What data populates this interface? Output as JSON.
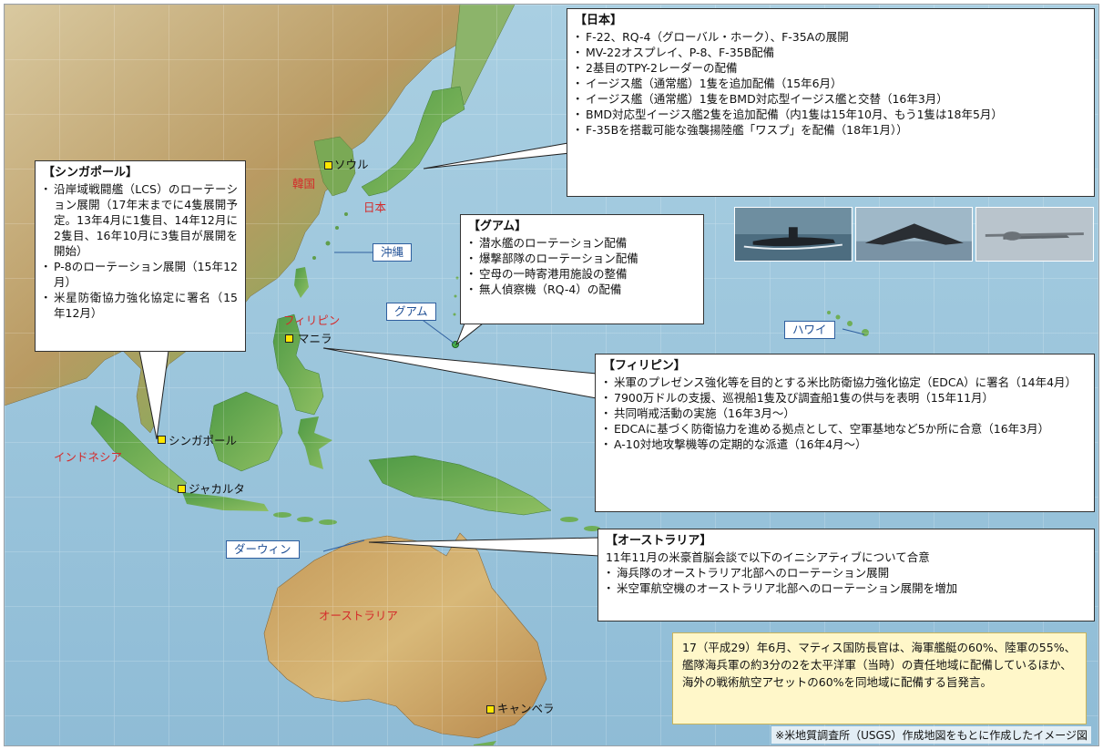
{
  "boxes": {
    "japan": {
      "title": "【日本】",
      "items": [
        "F-22、RQ-4（グローバル・ホーク）、F-35Aの展開",
        "MV-22オスプレイ、P-8、F-35B配備",
        "2基目のTPY-2レーダーの配備",
        "イージス艦（通常艦）1隻を追加配備（15年6月）",
        "イージス艦（通常艦）1隻をBMD対応型イージス艦と交替（16年3月）",
        "BMD対応型イージス艦2隻を追加配備（内1隻は15年10月、もう1隻は18年5月）",
        "F-35Bを搭載可能な強襲揚陸艦「ワスプ」を配備（18年1月））"
      ]
    },
    "singapore": {
      "title": "【シンガポール】",
      "items": [
        "沿岸域戦闘艦（LCS）のローテーション展開（17年末までに4隻展開予定。13年4月に1隻目、14年12月に2隻目、16年10月に3隻目が展開を開始）",
        "P-8のローテーション展開（15年12月）",
        "米星防衛協力強化協定に署名（15年12月）"
      ]
    },
    "guam": {
      "title": "【グアム】",
      "items": [
        "潜水艦のローテーション配備",
        "爆撃部隊のローテーション配備",
        "空母の一時寄港用施設の整備",
        "無人偵察機（RQ-4）の配備"
      ]
    },
    "philippines": {
      "title": "【フィリピン】",
      "items": [
        "米軍のプレゼンス強化等を目的とする米比防衛協力強化協定（EDCA）に署名（14年4月）",
        "7900万ドルの支援、巡視船1隻及び調査船1隻の供与を表明（15年11月）",
        "共同哨戒活動の実施（16年3月～）",
        "EDCAに基づく防衛協力を進める拠点として、空軍基地など5か所に合意（16年3月）",
        "A-10対地攻撃機等の定期的な派遣（16年4月～）"
      ]
    },
    "australia": {
      "title": "【オーストラリア】",
      "intro": "11年11月の米豪首脳会談で以下のイニシアティブについて合意",
      "items": [
        "海兵隊のオーストラリア北部へのローテーション展開",
        "米空軍航空機のオーストラリア北部へのローテーション展開を増加"
      ]
    }
  },
  "note": "17（平成29）年6月、マティス国防長官は、海軍艦艇の60%、陸軍の55%、艦隊海兵軍の約3分の2を太平洋軍（当時）の責任地域に配備しているほか、海外の戦術航空アセットの60%を同地域に配備する旨発言。",
  "source": "※米地質調査所（USGS）作成地図をもとに作成したイメージ図",
  "place_labels": {
    "okinawa": "沖縄",
    "guam": "グアム",
    "hawaii": "ハワイ",
    "darwin": "ダーウィン"
  },
  "countries": {
    "korea": "韓国",
    "japan": "日本",
    "philippines": "フィリピン",
    "indonesia": "インドネシア",
    "australia": "オーストラリア"
  },
  "cities": {
    "seoul": "ソウル",
    "manila": "マニラ",
    "singapore": "シンガポール",
    "jakarta": "ジャカルタ",
    "canberra": "キャンベラ"
  },
  "colors": {
    "ocean": "#9ec7dd",
    "land_green": "#6fae57",
    "land_tan": "#c9b07a",
    "land_brown": "#9c7040",
    "label_blue": "#1f4f95",
    "country_red": "#d42b2b",
    "note_bg": "#fff7c9"
  }
}
